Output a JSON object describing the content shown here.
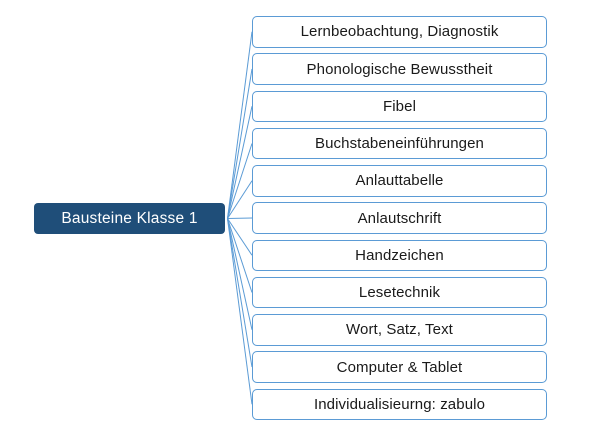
{
  "diagram": {
    "type": "mindmap",
    "root": {
      "label": "Bausteine Klasse 1"
    },
    "children": [
      {
        "label": "Lernbeobachtung, Diagnostik"
      },
      {
        "label": "Phonologische Bewusstheit"
      },
      {
        "label": "Fibel"
      },
      {
        "label": "Buchstabeneinführungen"
      },
      {
        "label": "Anlauttabelle"
      },
      {
        "label": "Anlautschrift"
      },
      {
        "label": "Handzeichen"
      },
      {
        "label": "Lesetechnik"
      },
      {
        "label": "Wort, Satz, Text"
      },
      {
        "label": "Computer & Tablet"
      },
      {
        "label": "Individualisieurng: zabulo"
      }
    ],
    "colors": {
      "background": "#FFFFFF",
      "root_fill": "#1F4E79",
      "root_text": "#FFFFFF",
      "child_fill": "#FFFFFF",
      "child_border": "#5B9BD5",
      "child_text": "#1A1A1A",
      "connector": "#5B9BD5"
    }
  }
}
